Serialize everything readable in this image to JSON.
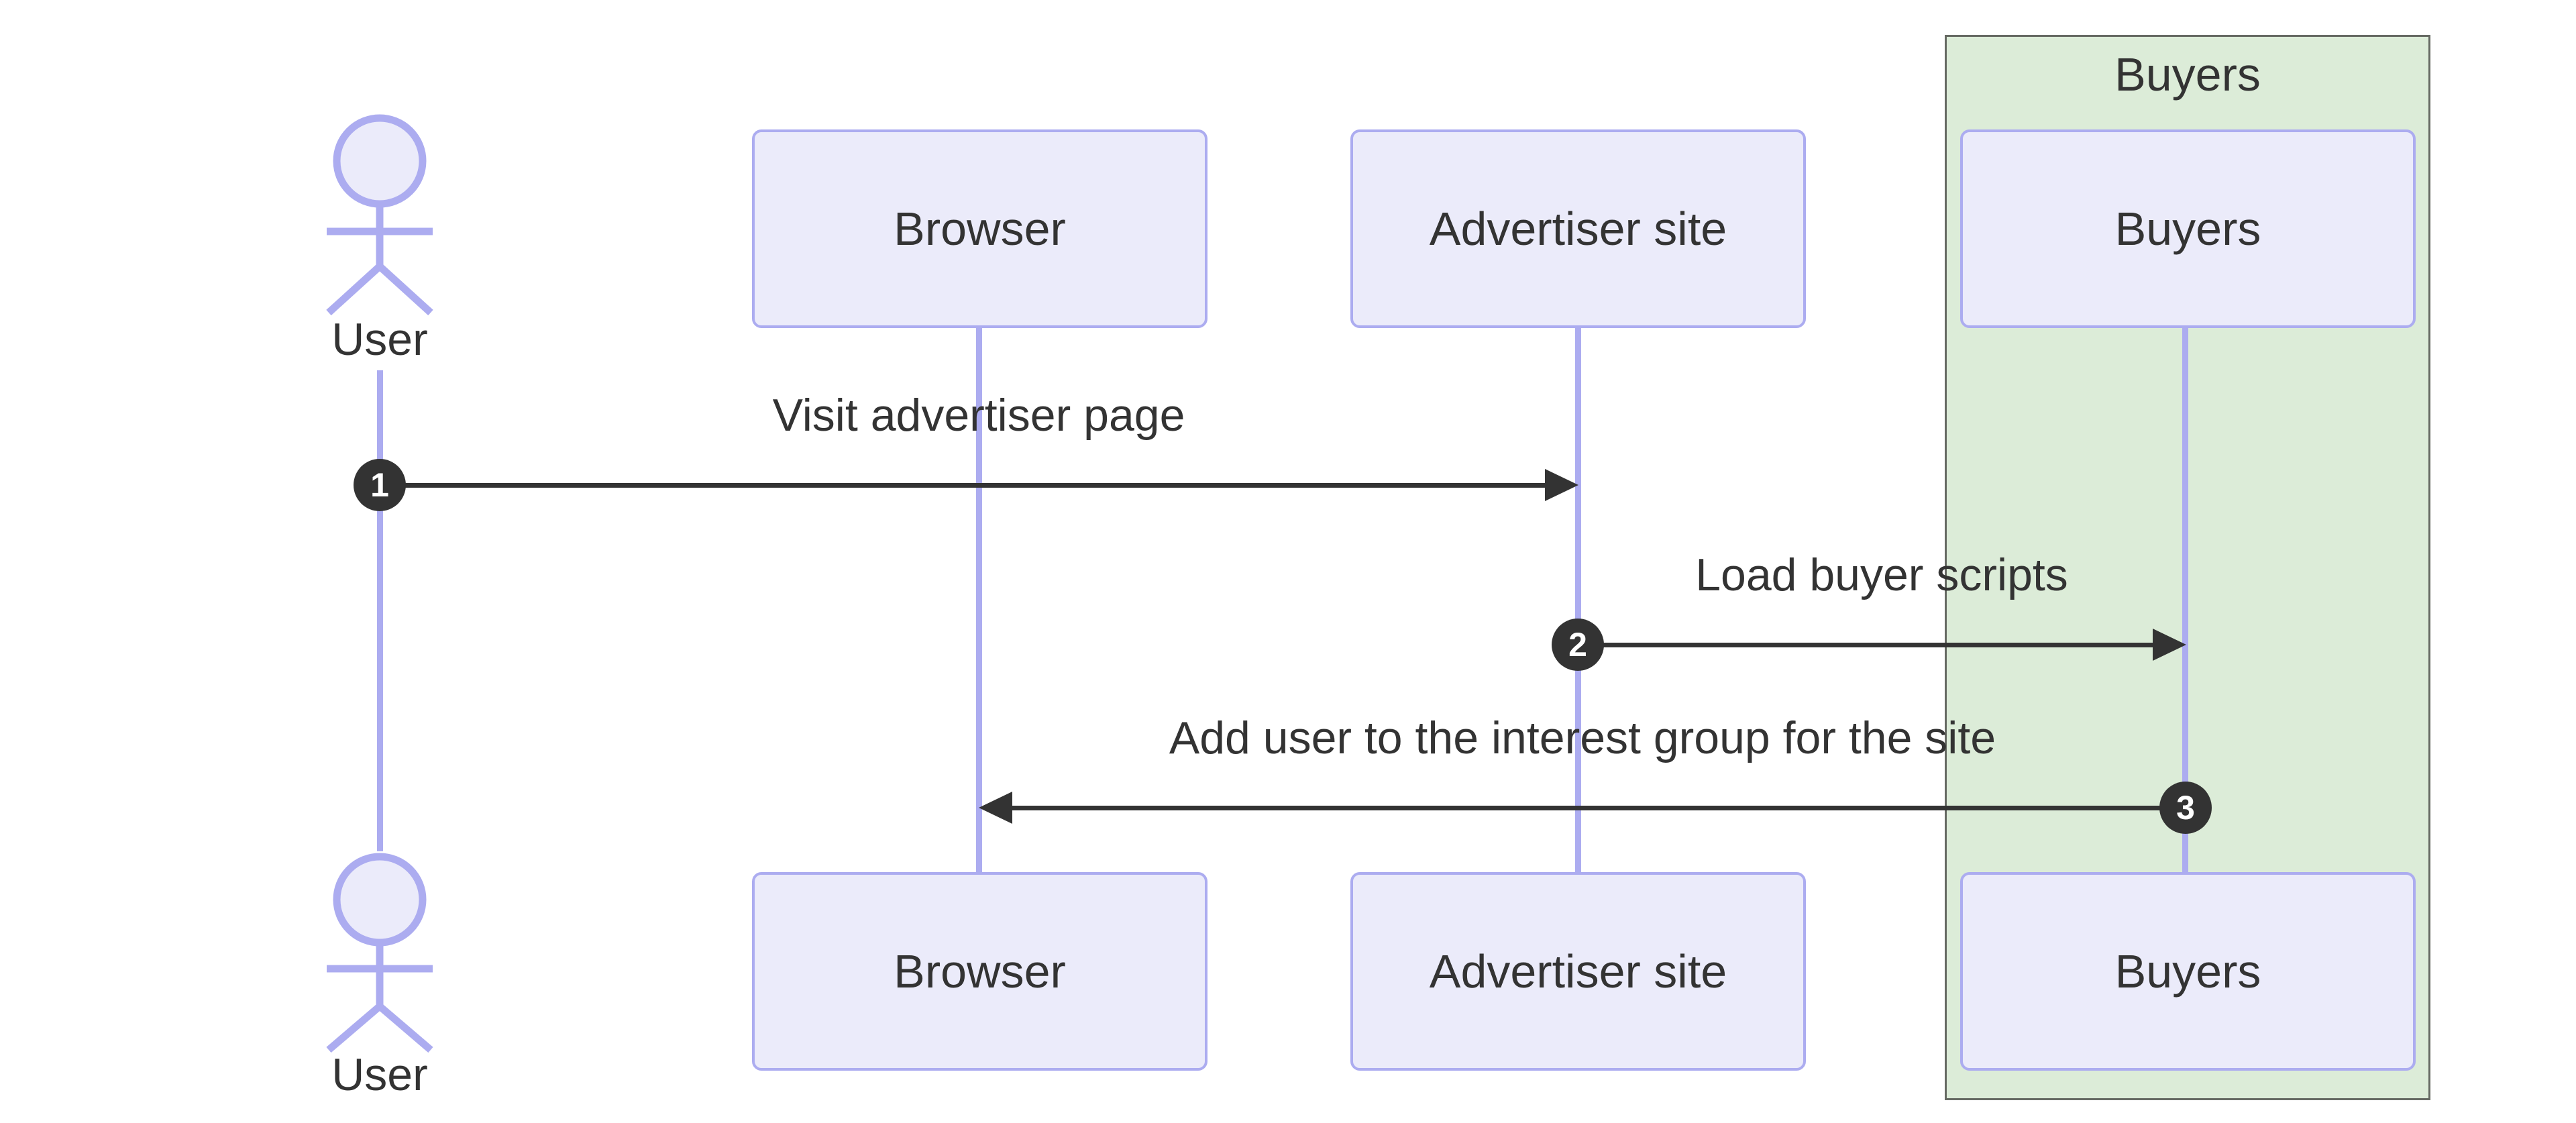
{
  "diagram": {
    "type": "sequence-diagram",
    "actors": [
      {
        "id": "user",
        "label": "User"
      }
    ],
    "participants": [
      {
        "id": "browser",
        "label": "Browser"
      },
      {
        "id": "advertiser-site",
        "label": "Advertiser site"
      },
      {
        "id": "buyers",
        "label": "Buyers"
      }
    ],
    "group": {
      "label": "Buyers",
      "fill": "#dcecd8",
      "border": "#666a63"
    },
    "messages": [
      {
        "seq": "1",
        "label": "Visit advertiser page",
        "from": "User",
        "to": "Advertiser site",
        "direction": "right"
      },
      {
        "seq": "2",
        "label": "Load buyer scripts",
        "from": "Advertiser site",
        "to": "Buyers",
        "direction": "right"
      },
      {
        "seq": "3",
        "label": "Add user to the interest group for the site",
        "from": "Buyers",
        "to": "Browser",
        "direction": "left"
      }
    ],
    "colors": {
      "background": "#ffffff",
      "participant_fill": "#ebebfa",
      "participant_border": "#acacf0",
      "lifeline": "#acacf0",
      "message": "#333333",
      "text": "#333333"
    }
  }
}
